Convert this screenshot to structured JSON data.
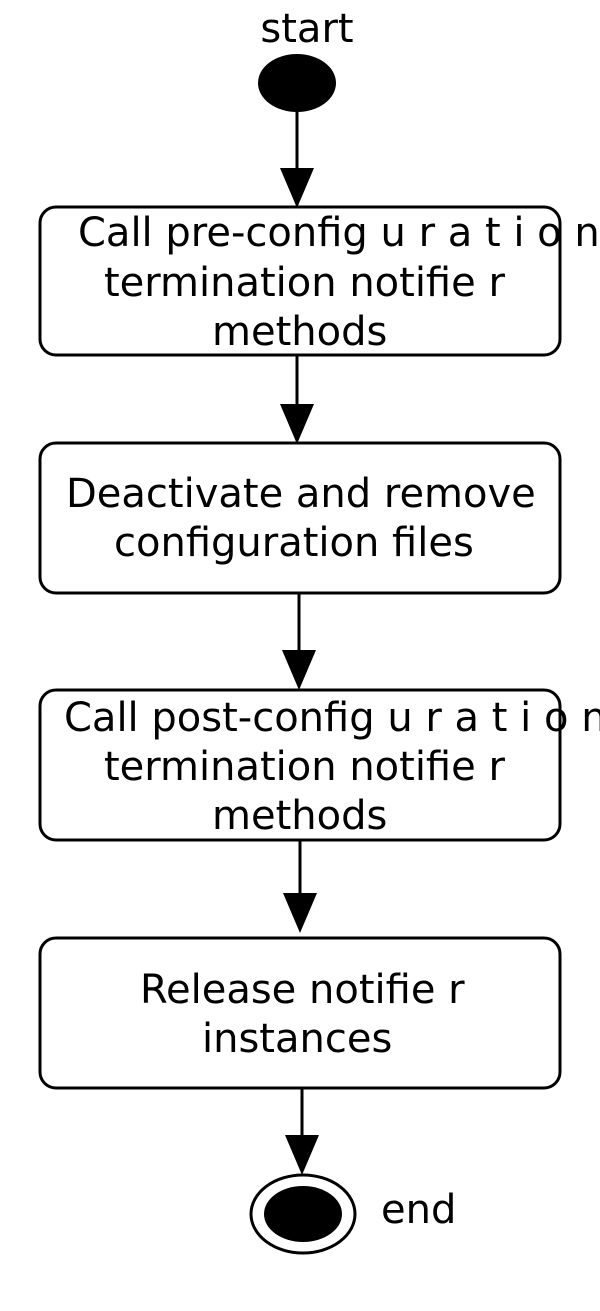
{
  "start_label": "start",
  "end_label": "end",
  "steps": [
    {
      "lines": [
        "Call pre-config u r a t i o n",
        "termination notifie    r",
        "methods"
      ]
    },
    {
      "lines": [
        "Deactivate and remove",
        "configuration files"
      ]
    },
    {
      "lines": [
        "Call post-config u r a t i o n",
        "termination notifie    r",
        "methods"
      ]
    },
    {
      "lines": [
        "Release notifie    r",
        "instances"
      ]
    }
  ]
}
